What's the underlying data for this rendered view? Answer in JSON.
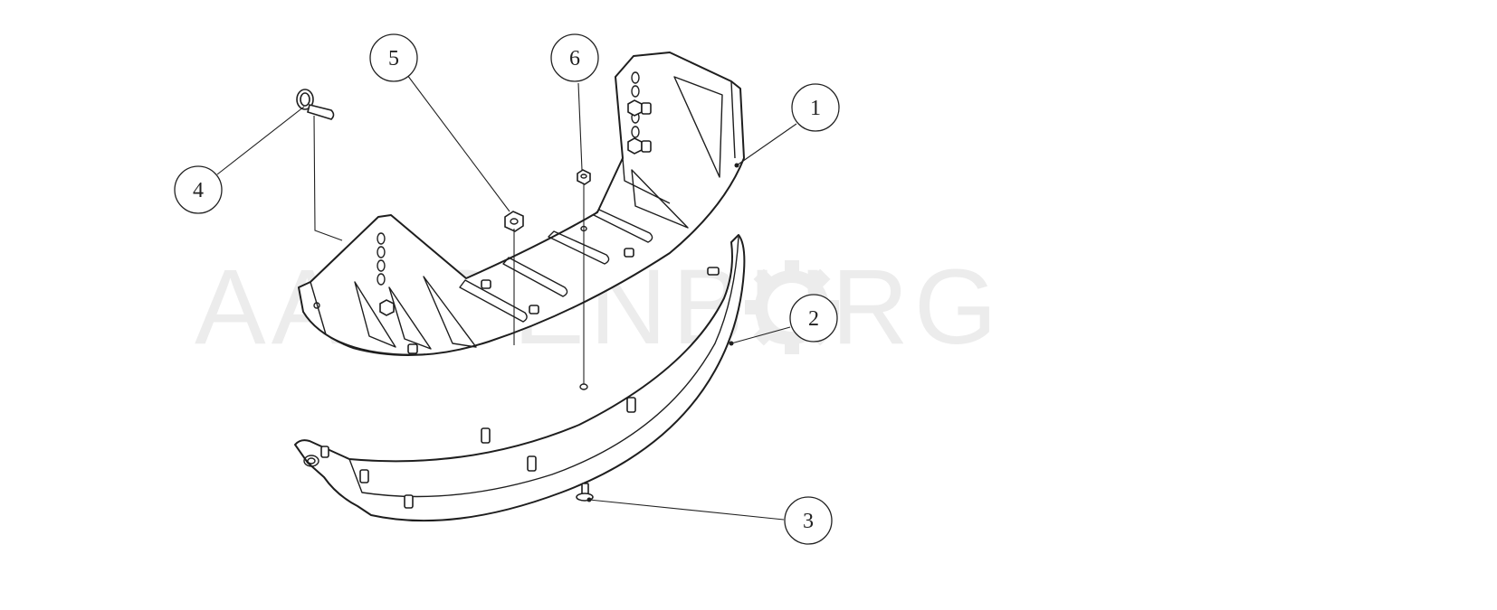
{
  "watermark": {
    "text": "AARDENBURG"
  },
  "callouts": [
    {
      "id": "1",
      "label": "1"
    },
    {
      "id": "2",
      "label": "2"
    },
    {
      "id": "3",
      "label": "3"
    },
    {
      "id": "4",
      "label": "4"
    },
    {
      "id": "5",
      "label": "5"
    },
    {
      "id": "6",
      "label": "6"
    }
  ],
  "icons": {
    "part-1": "frame-bracket",
    "part-2": "skid-plate",
    "part-3": "bolt",
    "part-4": "carriage-bolt",
    "part-5": "nut",
    "part-6": "nut"
  }
}
